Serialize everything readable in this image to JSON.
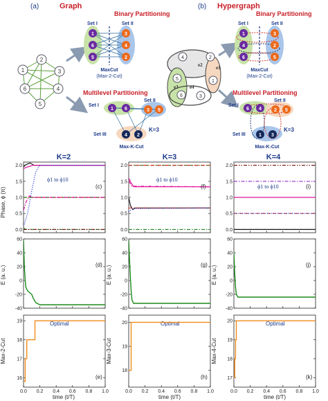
{
  "top": {
    "a_label": "(a)",
    "a_title": "Graph",
    "b_label": "(b)",
    "b_title": "Hypergraph",
    "binary_title": "Binary Partitioning",
    "multilevel_title": "Multilevel Partitioning",
    "set1": "Set I",
    "set2": "Set II",
    "set3": "Set III",
    "maxcut": "MaxCut",
    "maxcut_sub": "(Max-2-Cut)",
    "maxkcut": "Max-K-Cut",
    "k3": "K=3",
    "graph_nodes": [
      "1",
      "2",
      "3",
      "4",
      "5",
      "6"
    ],
    "hyper_edges": [
      "e1",
      "e2",
      "e3",
      "e4"
    ],
    "colors": {
      "purple": "#6a2aa0",
      "orange": "#ec6a1c",
      "navy": "#14285a",
      "title_red": "#c8202a",
      "green_fill": "#c8e3a8",
      "blue_fill": "#a9c6ea",
      "orange_fill": "#f6d7bf"
    }
  },
  "columns": [
    {
      "title": "K=2"
    },
    {
      "title": "K=3"
    },
    {
      "title": "K=4"
    }
  ],
  "row_labels": {
    "phase_ylabel": "Phase, ϕ (π)",
    "energy_ylabel": "E (a. u.)",
    "cut_ylabels": [
      "Max-2-Cut",
      "Max-3-Cut",
      "Max-4-Cut"
    ],
    "phase_annotation": "ϕ1 to ϕ10",
    "optimal": "Optimal",
    "xlabel": "time (t/T)"
  },
  "panel_letters": [
    "(c)",
    "(f)",
    "(i)",
    "(d)",
    "(g)",
    "(j)",
    "(e)",
    "(h)",
    "(k)"
  ],
  "chart_data": [
    {
      "panel": "(c)",
      "type": "line",
      "ylabel": "Phase, ϕ (π)",
      "xlabel": "",
      "xlim": [
        0,
        1
      ],
      "ylim": [
        -0.1,
        2.1
      ],
      "yticks": [
        0.0,
        0.5,
        1.0,
        1.5,
        2.0
      ],
      "xticks": [
        0.0,
        0.2,
        0.4,
        0.6,
        0.8,
        1.0
      ],
      "series": [
        {
          "color": "#1a1a1a",
          "style": "solid",
          "x": [
            0,
            0.03,
            0.08,
            0.13,
            1.0
          ],
          "y": [
            1.95,
            2.02,
            2.07,
            2.0,
            2.0
          ]
        },
        {
          "color": "#e0109a",
          "style": "solid",
          "x": [
            0,
            0.05,
            0.12,
            1.0
          ],
          "y": [
            1.9,
            1.95,
            2.0,
            2.0
          ]
        },
        {
          "color": "#2a3ad0",
          "style": "dotted",
          "x": [
            0,
            0.05,
            0.1,
            0.15,
            0.2,
            1.0
          ],
          "y": [
            0.1,
            0.5,
            1.2,
            1.8,
            2.0,
            2.0
          ]
        },
        {
          "color": "#d02a20",
          "style": "dashdot",
          "x": [
            0,
            0.05,
            1.0
          ],
          "y": [
            1.0,
            1.0,
            1.0
          ]
        },
        {
          "color": "#2a8a2a",
          "style": "dashed",
          "x": [
            0,
            1.0
          ],
          "y": [
            1.0,
            1.0
          ]
        },
        {
          "color": "#e0109a",
          "style": "dashdot",
          "x": [
            0,
            0.03,
            0.07,
            0.1,
            1.0
          ],
          "y": [
            0.6,
            0.85,
            1.05,
            1.0,
            1.0
          ]
        },
        {
          "color": "#2a8a2a",
          "style": "dashdot",
          "x": [
            0,
            0.03,
            1.0
          ],
          "y": [
            0.05,
            0.0,
            0.0
          ]
        },
        {
          "color": "#7a1a1a",
          "style": "dashdotdot",
          "x": [
            0,
            1.0
          ],
          "y": [
            0.0,
            0.0
          ]
        }
      ]
    },
    {
      "panel": "(f)",
      "type": "line",
      "ylabel": "",
      "xlabel": "",
      "xlim": [
        0,
        1
      ],
      "ylim": [
        -0.1,
        2.1
      ],
      "yticks": [
        0.0,
        0.5,
        1.0,
        1.5,
        2.0
      ],
      "xticks": [
        0.0,
        0.2,
        0.4,
        0.6,
        0.8,
        1.0
      ],
      "series": [
        {
          "color": "#2a8a2a",
          "style": "dashed",
          "x": [
            0,
            1.0
          ],
          "y": [
            2.0,
            2.0
          ]
        },
        {
          "color": "#d02a20",
          "style": "dashdot",
          "x": [
            0,
            1.0
          ],
          "y": [
            2.0,
            2.0
          ]
        },
        {
          "color": "#e0109a",
          "style": "solid",
          "x": [
            0,
            0.03,
            0.06,
            1.0
          ],
          "y": [
            1.6,
            1.45,
            1.33,
            1.33
          ]
        },
        {
          "color": "#e0109a",
          "style": "dashdot",
          "x": [
            0,
            0.04,
            1.0
          ],
          "y": [
            1.5,
            1.35,
            1.33
          ]
        },
        {
          "color": "#1a1a1a",
          "style": "solid",
          "x": [
            0,
            0.02,
            0.05,
            0.08,
            1.0
          ],
          "y": [
            1.0,
            0.75,
            0.62,
            0.67,
            0.67
          ]
        },
        {
          "color": "#d02a20",
          "style": "dashdot",
          "x": [
            0,
            1.0
          ],
          "y": [
            0.67,
            0.67
          ]
        },
        {
          "color": "#2a3ad0",
          "style": "dotted",
          "x": [
            0,
            0.05,
            1.0
          ],
          "y": [
            0.55,
            0.65,
            0.67
          ]
        },
        {
          "color": "#2a8a2a",
          "style": "dashdot",
          "x": [
            0,
            1.0
          ],
          "y": [
            0.0,
            0.0
          ]
        }
      ]
    },
    {
      "panel": "(i)",
      "type": "line",
      "ylabel": "",
      "xlabel": "",
      "xlim": [
        0,
        1
      ],
      "ylim": [
        -0.1,
        2.1
      ],
      "yticks": [
        0.0,
        0.5,
        1.0,
        1.5,
        2.0
      ],
      "xticks": [
        0.0,
        0.2,
        0.4,
        0.6,
        0.8,
        1.0
      ],
      "series": [
        {
          "color": "#7a1a1a",
          "style": "dashdotdot",
          "x": [
            0,
            1.0
          ],
          "y": [
            2.0,
            2.0
          ]
        },
        {
          "color": "#9a2ad0",
          "style": "dashdot",
          "x": [
            0,
            1.0
          ],
          "y": [
            1.5,
            1.5
          ]
        },
        {
          "color": "#e0109a",
          "style": "solid",
          "x": [
            0,
            1.0
          ],
          "y": [
            1.0,
            1.0
          ]
        },
        {
          "color": "#d02a20",
          "style": "dashed",
          "x": [
            0,
            1.0
          ],
          "y": [
            0.5,
            0.5
          ]
        },
        {
          "color": "#2a3ad0",
          "style": "dotted",
          "x": [
            0,
            1.0
          ],
          "y": [
            0.5,
            0.5
          ]
        },
        {
          "color": "#2a8a2a",
          "style": "dashdot",
          "x": [
            0,
            1.0
          ],
          "y": [
            0.0,
            0.0
          ]
        },
        {
          "color": "#1a1a1a",
          "style": "solid",
          "x": [
            0,
            1.0
          ],
          "y": [
            0.0,
            0.0
          ]
        }
      ]
    },
    {
      "panel": "(d)",
      "type": "line",
      "ylabel": "E (a. u.)",
      "xlabel": "",
      "xlim": [
        0,
        1
      ],
      "ylim": [
        -40,
        60
      ],
      "yticks": [
        -40,
        -20,
        0,
        20,
        40,
        60
      ],
      "xticks": [
        0.0,
        0.2,
        0.4,
        0.6,
        0.8,
        1.0
      ],
      "series": [
        {
          "color": "#1a8a1a",
          "style": "solid",
          "x": [
            0,
            0.01,
            0.02,
            0.03,
            0.05,
            0.08,
            0.1,
            0.12,
            0.15,
            0.2,
            1.0
          ],
          "y": [
            58,
            20,
            0,
            -10,
            -15,
            -18,
            -20,
            -26,
            -32,
            -35,
            -35
          ]
        }
      ]
    },
    {
      "panel": "(g)",
      "type": "line",
      "ylabel": "",
      "xlabel": "",
      "xlim": [
        0,
        1
      ],
      "ylim": [
        -40,
        60
      ],
      "yticks": [
        -40,
        -20,
        0,
        20,
        40,
        60
      ],
      "xticks": [
        0.0,
        0.2,
        0.4,
        0.6,
        0.8,
        1.0
      ],
      "series": [
        {
          "color": "#1a8a1a",
          "style": "solid",
          "x": [
            0,
            0.01,
            0.02,
            0.03,
            0.04,
            0.06,
            1.0
          ],
          "y": [
            58,
            30,
            5,
            -15,
            -28,
            -33,
            -33
          ]
        }
      ]
    },
    {
      "panel": "(j)",
      "type": "line",
      "ylabel": "",
      "xlabel": "",
      "xlim": [
        0,
        1
      ],
      "ylim": [
        -40,
        60
      ],
      "yticks": [
        -40,
        -20,
        0,
        20,
        40,
        60
      ],
      "xticks": [
        0.0,
        0.2,
        0.4,
        0.6,
        0.8,
        1.0
      ],
      "series": [
        {
          "color": "#1a8a1a",
          "style": "solid",
          "x": [
            0,
            0.01,
            0.02,
            0.03,
            0.05,
            1.0
          ],
          "y": [
            40,
            10,
            -10,
            -20,
            -24,
            -24
          ]
        }
      ]
    },
    {
      "panel": "(e)",
      "type": "line",
      "ylabel": "Max-2-Cut",
      "xlabel": "time (t/T)",
      "xlim": [
        0,
        1
      ],
      "ylim": [
        15.5,
        19.3
      ],
      "yticks": [
        16,
        17,
        18,
        19
      ],
      "xticks": [
        0.0,
        0.2,
        0.4,
        0.6,
        0.8,
        1.0
      ],
      "series": [
        {
          "color": "#f08a1a",
          "style": "solid",
          "step": true,
          "x": [
            0,
            0.02,
            0.02,
            0.04,
            0.04,
            0.14,
            0.14,
            1.0
          ],
          "y": [
            15.8,
            15.8,
            17,
            17,
            18,
            18,
            19,
            19
          ]
        }
      ]
    },
    {
      "panel": "(h)",
      "type": "line",
      "ylabel": "Max-3-Cut",
      "xlabel": "time (t/T)",
      "xlim": [
        0,
        1
      ],
      "ylim": [
        17.3,
        20.3
      ],
      "yticks": [
        18,
        19,
        20
      ],
      "xticks": [
        0.0,
        0.2,
        0.4,
        0.6,
        0.8,
        1.0
      ],
      "series": [
        {
          "color": "#f08a1a",
          "style": "solid",
          "step": true,
          "x": [
            0,
            0.03,
            0.03,
            1.0
          ],
          "y": [
            18,
            18,
            20,
            20
          ]
        }
      ]
    },
    {
      "panel": "(k)",
      "type": "line",
      "ylabel": "Max-4-Cut",
      "xlabel": "time (t/T)",
      "xlim": [
        0,
        1
      ],
      "ylim": [
        16.5,
        20.3
      ],
      "yticks": [
        17,
        18,
        19,
        20
      ],
      "xticks": [
        0.0,
        0.2,
        0.4,
        0.6,
        0.8,
        1.0
      ],
      "series": [
        {
          "color": "#f08a1a",
          "style": "solid",
          "step": true,
          "x": [
            0,
            0.01,
            0.01,
            0.02,
            0.02,
            0.03,
            0.03,
            1.0
          ],
          "y": [
            17,
            17,
            18,
            18,
            19,
            19,
            20,
            20
          ]
        }
      ]
    }
  ],
  "optimal_values": [
    19,
    20,
    20
  ]
}
